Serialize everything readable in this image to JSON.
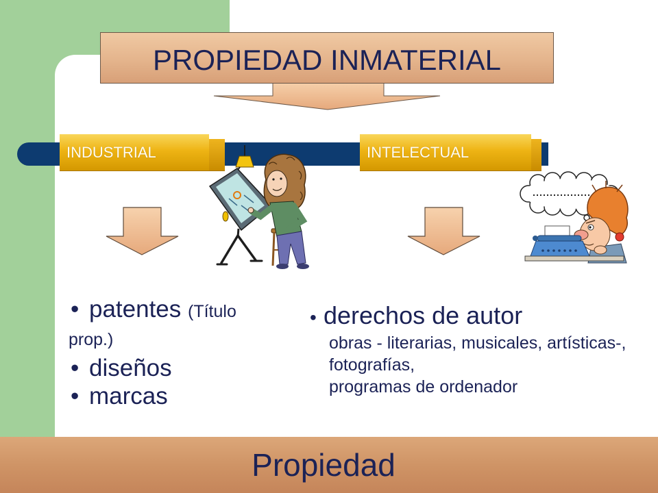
{
  "title": "PROPIEDAD INMATERIAL",
  "branches": {
    "industrial": {
      "label": "INDUSTRIAL",
      "illustration": "designer-at-drafting-table-icon",
      "items": [
        {
          "name": "patentes",
          "note": "(Título prop.)"
        },
        {
          "name": "diseños"
        },
        {
          "name": "marcas"
        }
      ]
    },
    "intelectual": {
      "label": "INTELECTUAL",
      "illustration": "writer-at-typewriter-icon",
      "heading": "derechos de autor",
      "details": [
        "obras - literarias, musicales, artísticas-,",
        "fotografías,",
        "programas de ordenador"
      ]
    }
  },
  "footer": {
    "title": "Propiedad"
  },
  "colors": {
    "frame_green": "#a2d09a",
    "bar_navy": "#0d3b70",
    "tab_gold": "#eeb414",
    "title_tan": "#e4b48c",
    "footer_tan": "#cf9466",
    "text_navy": "#1b2256"
  }
}
